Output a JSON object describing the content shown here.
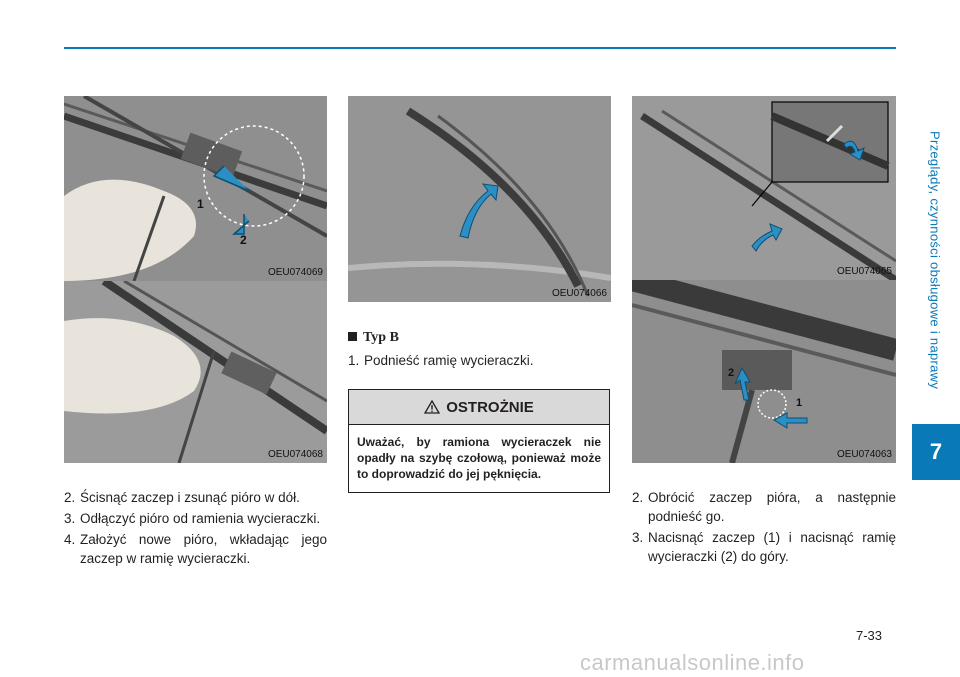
{
  "side": {
    "title": "Przeglądy, czynności obsługowe i naprawy",
    "chapter": "7"
  },
  "figures": {
    "fig1": {
      "code": "OEU074069",
      "callouts": [
        "1",
        "2"
      ]
    },
    "fig2": {
      "code": "OEU074068"
    },
    "fig3": {
      "code": "OEU074066"
    },
    "fig4": {
      "code": "OEU074065"
    },
    "fig5": {
      "code": "OEU074063",
      "callouts": [
        "2",
        "1"
      ]
    }
  },
  "left_steps": [
    {
      "num": "2.",
      "text": "Ścisnąć zaczep i zsunąć pióro w dół."
    },
    {
      "num": "3.",
      "text": "Odłączyć pióro od ramienia wycieraczki."
    },
    {
      "num": "4.",
      "text": "Założyć nowe pióro, wkładając jego zaczep w ramię wycieraczki."
    }
  ],
  "middle": {
    "type_heading": "Typ B",
    "step": {
      "num": "1.",
      "text": "Podnieść ramię wycieraczki."
    },
    "caution": {
      "title": "OSTROŻNIE",
      "text": "Uważać, by ramiona wycieraczek nie opadły na szybę czołową, ponieważ może to doprowadzić do jej pęknięcia."
    }
  },
  "right_steps": [
    {
      "num": "2.",
      "text": "Obrócić zaczep pióra, a następnie podnieść go."
    },
    {
      "num": "3.",
      "text": "Nacisnąć zaczep (1) i nacisnąć ramię wycieraczki (2) do góry."
    }
  ],
  "page_number": "7-33",
  "watermark": "carmanualsonline.info",
  "colors": {
    "accent": "#0a79b8",
    "arrow": "#2b8fc4",
    "caution_header": "#d9d9d9"
  }
}
